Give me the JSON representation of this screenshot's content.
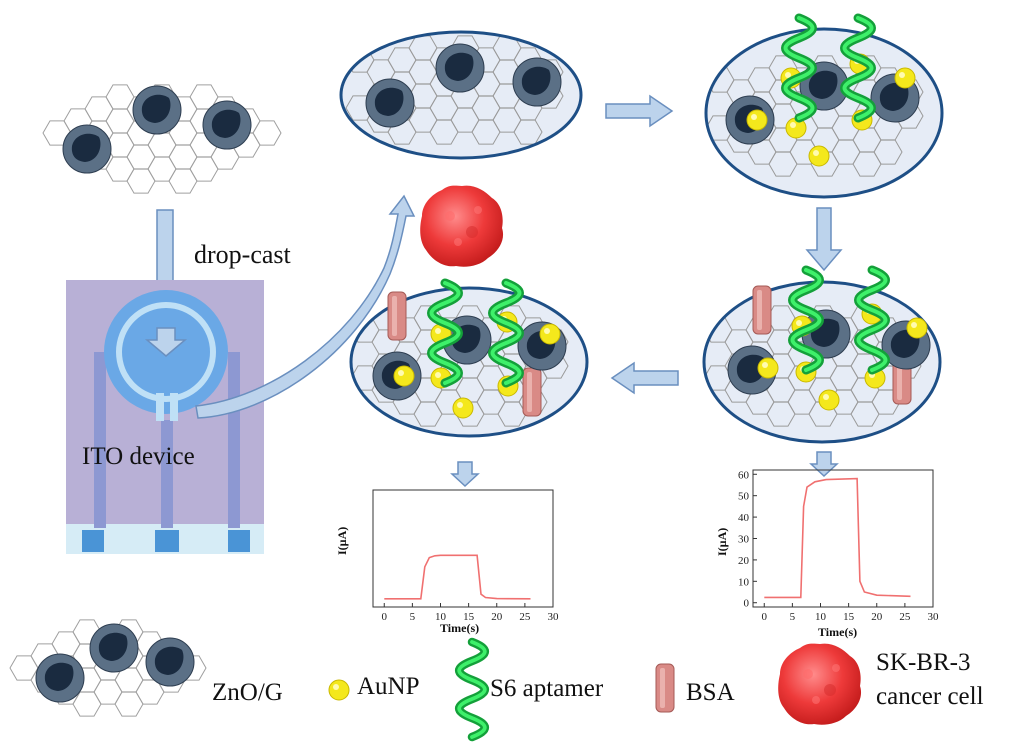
{
  "labels": {
    "drop_cast": "drop-cast",
    "ito_device": "ITO device"
  },
  "legend": {
    "zno_g": "ZnO/G",
    "aunp": "AuNP",
    "aptamer": "S6 aptamer",
    "bsa": "BSA",
    "cell_line1": "SK-BR-3",
    "cell_line2": "cancer cell"
  },
  "colors": {
    "ellipse_fill": "#e6ecf6",
    "ellipse_stroke": "#1e4f86",
    "arrow_fill": "#bcd3ec",
    "arrow_stroke": "#6a8fbf",
    "aunp": "#f4e81c",
    "aptamer": "#2bd35a",
    "bsa": "#d98a86",
    "cell": "#ee3a3a",
    "zno_core": "#1a2b40",
    "zno_shell": "#5b7086",
    "device_bg": "#b8b0d6",
    "device_circle": "#6aa8e6",
    "trace": "#f07070"
  },
  "chart_data": [
    {
      "type": "line",
      "xlabel": "Time(s)",
      "ylabel": "I(µA)",
      "xlim": [
        -2,
        30
      ],
      "ylim": [
        -2,
        62
      ],
      "x_ticks": [
        0,
        5,
        10,
        15,
        20,
        25,
        30
      ],
      "y_ticks": [],
      "x": [
        0,
        6.5,
        7.2,
        8,
        9,
        10,
        16.5,
        17.2,
        18,
        20,
        26
      ],
      "y": [
        2.5,
        2.5,
        20,
        25,
        26,
        26.3,
        26.3,
        5,
        3.2,
        2.6,
        2.5
      ]
    },
    {
      "type": "line",
      "xlabel": "Time(s)",
      "ylabel": "I(µA)",
      "xlim": [
        -2,
        30
      ],
      "ylim": [
        -2,
        62
      ],
      "x_ticks": [
        0,
        5,
        10,
        15,
        20,
        25,
        30
      ],
      "y_ticks": [
        0,
        10,
        20,
        30,
        40,
        50,
        60
      ],
      "x": [
        0,
        6.5,
        7,
        7.6,
        9,
        11,
        16.5,
        17,
        17.8,
        20,
        26
      ],
      "y": [
        2.5,
        2.5,
        45,
        54,
        56.5,
        57.5,
        58,
        10,
        5,
        3.5,
        3
      ]
    }
  ]
}
